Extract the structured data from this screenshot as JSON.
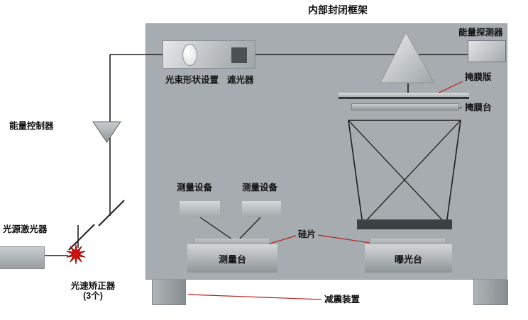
{
  "title": "内部封闭框架",
  "colors": {
    "frame_gray": "#a6acaf",
    "annotation_red": "#b22222",
    "beam_black": "#1f1f1f",
    "laser_spark_red": "#d01310"
  },
  "enclosure": {
    "energy_detector_label": "能量探测器",
    "beam_shaper_label": "光束形状设置",
    "shutter_label": "遮光器",
    "mask_plate_label": "掩膜版",
    "mask_stage_label": "掩膜台",
    "measurement_device_left_label": "测量设备",
    "measurement_device_right_label": "测量设备",
    "measurement_stage_label": "测量台",
    "exposure_stage_label": "曝光台",
    "silicon_wafer_label": "硅片"
  },
  "beam_line": {
    "energy_controller_label": "能量控制器",
    "laser_source_label": "光源激光器",
    "beam_corrector_label": "光速矫正器",
    "beam_corrector_count": "(3个)"
  },
  "foundation": {
    "damper_label": "减震装置"
  }
}
